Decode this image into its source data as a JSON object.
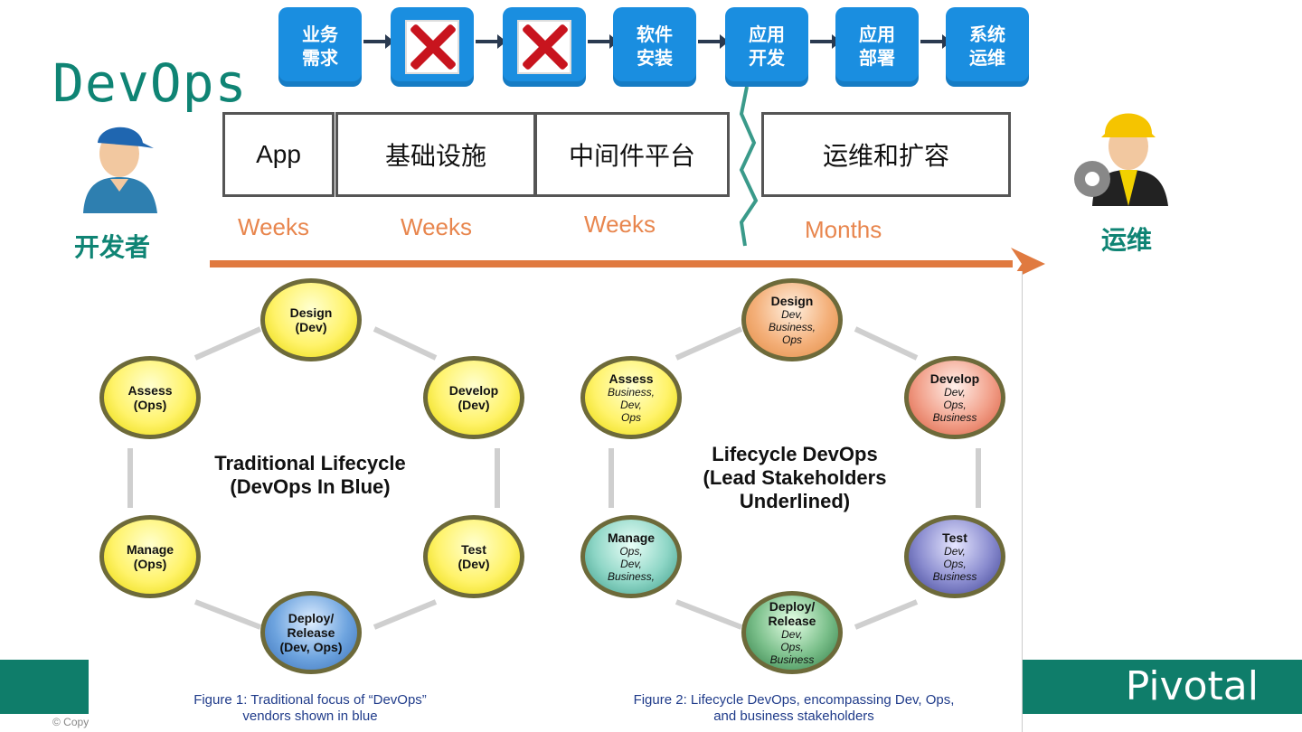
{
  "title": "DevOps",
  "process_steps": [
    "业务\n需求",
    "",
    "",
    "软件\n安装",
    "应用\n开发",
    "应用\n部署",
    "系统\n运维"
  ],
  "stages": [
    {
      "label": "App",
      "duration": "Weeks"
    },
    {
      "label": "基础设施",
      "duration": "Weeks"
    },
    {
      "label": "中间件平台",
      "duration": "Weeks"
    },
    {
      "label": "运维和扩容",
      "duration": "Months"
    }
  ],
  "developer_label": "开发者",
  "ops_label": "运维",
  "brand": "Pivotal",
  "copyright": "© Copy",
  "traditional": {
    "title": "Traditional  Lifecycle\n(DevOps In Blue)",
    "caption": "Figure 1: Traditional focus of “DevOps”\nvendors shown in blue",
    "nodes": [
      {
        "name": "Design",
        "sub": "(Dev)"
      },
      {
        "name": "Develop",
        "sub": "(Dev)"
      },
      {
        "name": "Test",
        "sub": "(Dev)"
      },
      {
        "name": "Deploy/\nRelease",
        "sub": "(Dev, Ops)"
      },
      {
        "name": "Manage",
        "sub": "(Ops)"
      },
      {
        "name": "Assess",
        "sub": "(Ops)"
      }
    ]
  },
  "devops": {
    "title": "Lifecycle DevOps\n(Lead Stakeholders\nUnderlined)",
    "caption": "Figure 2: Lifecycle DevOps, encompassing Dev, Ops,\nand business stakeholders",
    "nodes": [
      {
        "name": "Design",
        "sub": "Dev,\nBusiness,\nOps"
      },
      {
        "name": "Develop",
        "sub": "Dev,\nOps,\nBusiness"
      },
      {
        "name": "Test",
        "sub": "Dev,\nOps,\nBusiness"
      },
      {
        "name": "Deploy/\nRelease",
        "sub": "Dev,\nOps,\nBusiness"
      },
      {
        "name": "Manage",
        "sub": "Ops,\nDev,\nBusiness,"
      },
      {
        "name": "Assess",
        "sub": "Business,\nDev,\nOps"
      }
    ]
  },
  "colors": {
    "accent": "#0f8474",
    "timeline": "#e07a40",
    "step": "#1a8ee0",
    "band": "#0f7d6a"
  }
}
